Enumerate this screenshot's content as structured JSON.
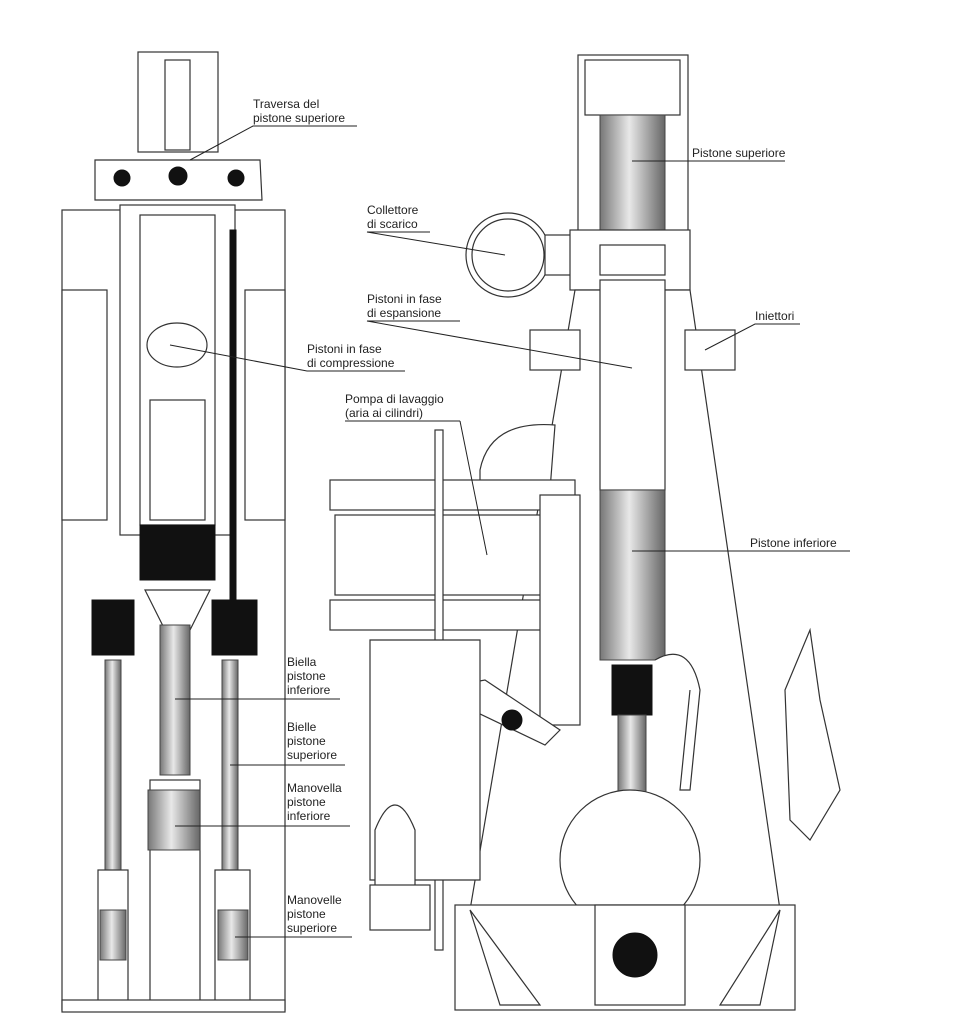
{
  "title": "Sezione motore a pistoni contrapposti",
  "labels": {
    "traversa": [
      "Traversa del",
      "pistone superiore"
    ],
    "collettore": [
      "Collettore",
      "di scarico"
    ],
    "pistone_superiore": [
      "Pistone superiore"
    ],
    "espansione": [
      "Pistoni in fase",
      "di espansione"
    ],
    "iniettori": [
      "Iniettori"
    ],
    "compressione": [
      "Pistoni in fase",
      "di compressione"
    ],
    "pompa": [
      "Pompa di lavaggio",
      "(aria ai cilindri)"
    ],
    "pistone_inferiore": [
      "Pistone inferiore"
    ],
    "biella": [
      "Biella",
      "pistone",
      "inferiore"
    ],
    "bielle": [
      "Bielle",
      "pistone",
      "superiore"
    ],
    "manovella": [
      "Manovella",
      "pistone",
      "inferiore"
    ],
    "manovelle": [
      "Manovelle",
      "pistone",
      "superiore"
    ]
  }
}
